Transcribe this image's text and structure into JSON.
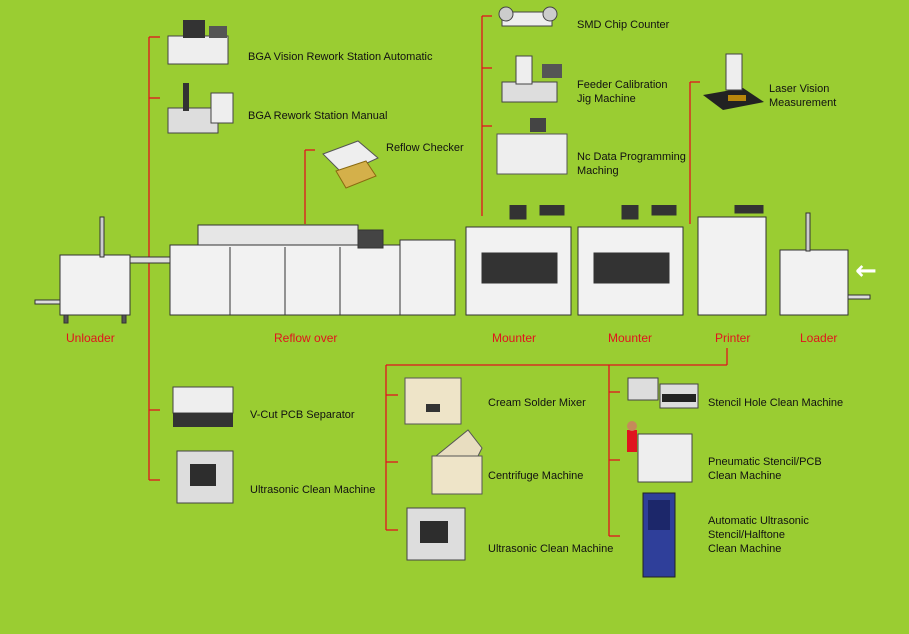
{
  "stages": {
    "unloader": "Unloader",
    "reflow": "Reflow over",
    "mounter1": "Mounter",
    "mounter2": "Mounter",
    "printer": "Printer",
    "loader": "Loader"
  },
  "reflow_group": {
    "bga_auto": "BGA Vision Rework Station Automatic",
    "bga_manual": "BGA Rework Station Manual",
    "reflow_checker": "Reflow Checker",
    "vcut": "V-Cut PCB Separator",
    "ultrasonic": "Ultrasonic Clean Machine"
  },
  "mounter_group": {
    "smd_counter": "SMD Chip Counter",
    "feeder_jig": "Feeder Calibration\nJig Machine",
    "nc_data": "Nc Data Programming\nMaching"
  },
  "printer_group": {
    "laser_vision": "Laser Vision\nMeasurement",
    "cream_mixer": "Cream Solder Mixer",
    "centrifuge": "Centrifuge Machine",
    "ultrasonic2": "Ultrasonic Clean Machine",
    "stencil_hole": "Stencil Hole Clean Machine",
    "pneumatic": "Pneumatic Stencil/PCB\nClean Machine",
    "auto_ultrasonic": "Automatic Ultrasonic\nStencil/Halftone\nClean Machine"
  },
  "colors": {
    "background": "#9acd32",
    "wire": "#e0141e",
    "stage_label": "#e0141e",
    "flow_arrow": "#ffffff"
  },
  "icons": {
    "flow_direction": "left-arrow-icon"
  }
}
